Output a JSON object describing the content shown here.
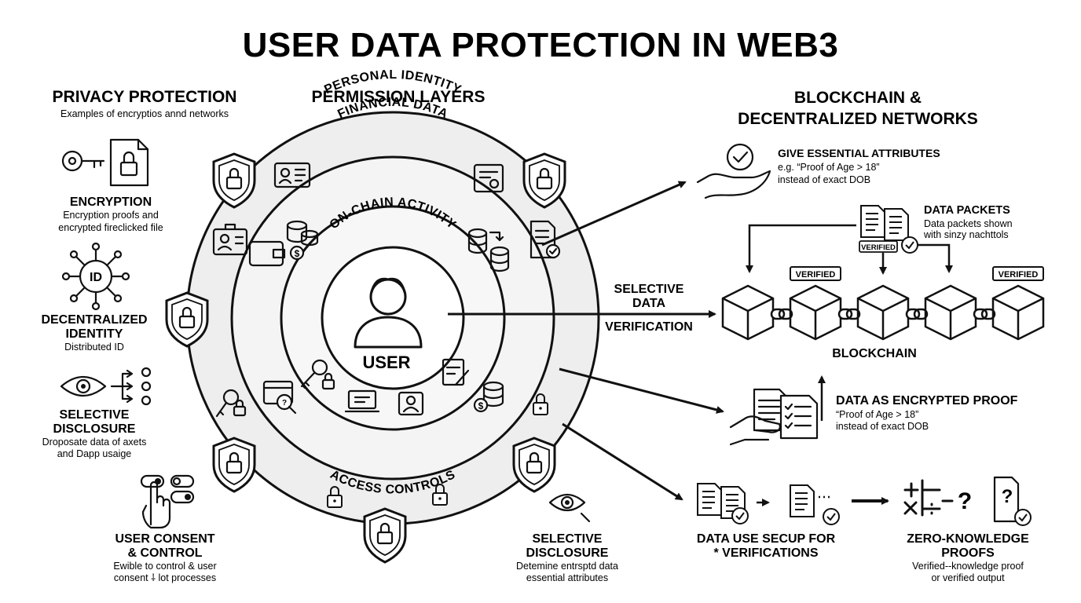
{
  "title": "USER DATA PROTECTION IN WEB3",
  "privacy": {
    "heading": "PRIVACY PROTECTION",
    "subheading": "Examples of encryptios annd networks",
    "items": [
      {
        "title_lines": [
          "ENCRYPTION"
        ],
        "desc_lines": [
          "Encryption proofs and",
          "encrypted fireclicked file"
        ]
      },
      {
        "title_lines": [
          "DECENTRALIZED",
          "IDENTITY"
        ],
        "desc_lines": [
          "Distributed ID"
        ]
      },
      {
        "title_lines": [
          "SELECTIVE",
          "DISCLOSURE"
        ],
        "desc_lines": [
          "Droposate data of axets",
          "and Dapp usaige"
        ]
      }
    ],
    "id_text": "ID"
  },
  "permissions": {
    "heading": "PERMISSION LAYERS",
    "rings": [
      "PERSONAL IDENTITY",
      "FINANCIAL DATA",
      "ON-CHAIN ACTIVITY",
      "ACCESS CONTROLS"
    ],
    "user_label": "USER"
  },
  "consent": {
    "title_lines": [
      "USER CONSENT",
      "& CONTROL"
    ],
    "desc_lines": [
      "Ewible to control & user",
      "consent ⸸ lot processes"
    ]
  },
  "selective_bottom": {
    "title_lines": [
      "SELECTIVE",
      "DISCLOSURE"
    ],
    "desc_lines": [
      "Detemine entrsptd data",
      "essential attributes"
    ]
  },
  "blockchain_section": {
    "heading_lines": [
      "BLOCKCHAIN &",
      "DECENTRALIZED NETWORKS"
    ],
    "give": {
      "title": "GIVE ESSENTIAL ATTRIBUTES",
      "desc_lines": [
        "e.g. “Proof of Age > 18”",
        "instead of exact DOB"
      ]
    },
    "packets": {
      "title": "DATA PACKETS",
      "desc_lines": [
        "Data packets shown",
        "with sinzy nachttols"
      ]
    },
    "verified_label": "VERIFIED",
    "selective_lines": [
      "SELECTIVE",
      "DATA",
      "VERIFICATION"
    ],
    "blockchain_label": "BLOCKCHAIN",
    "encrypted": {
      "title": "DATA AS ENCRYPTED PROOF",
      "desc_lines": [
        "“Proof of Age > 18”",
        "instead of exact DOB"
      ]
    },
    "data_use": {
      "title_lines": [
        "DATA USE SECUP FOR",
        "* VERIFICATIONS"
      ]
    },
    "zkp": {
      "title_lines": [
        "ZERO-KNOWLEDGE",
        "PROOFS"
      ],
      "desc_lines": [
        "Verified--knowledge proof",
        "or verified output"
      ]
    }
  }
}
